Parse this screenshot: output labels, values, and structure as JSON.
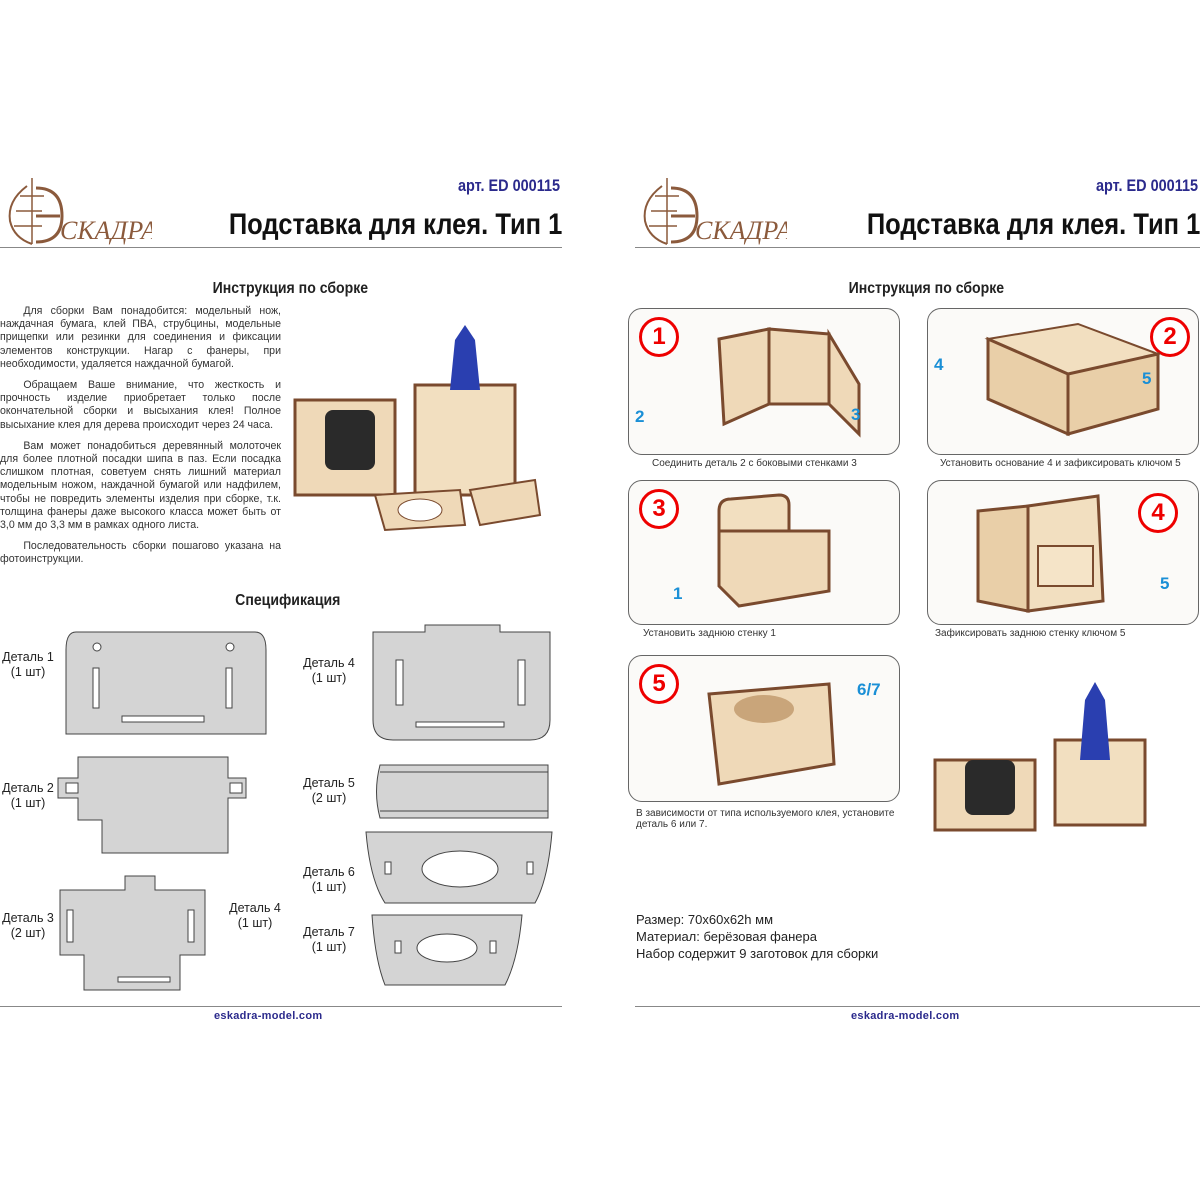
{
  "brand": {
    "logo_text": "Эскадра",
    "wood": "#8b5a3c",
    "gray": "#d4d4d4"
  },
  "left": {
    "article": "арт. ED 000115",
    "title": "Подставка для клея. Тип 1",
    "instructions_heading": "Инструкция по сборке",
    "paragraphs": [
      "Для сборки Вам понадобится: модельный нож, наждачная бумага, клей ПВА, струбцины, модельные прищепки или резинки для соединения и фиксации элементов конструкции. Нагар с фанеры, при необходимости, удаляется наждачной бумагой.",
      "Обращаем Ваше внимание, что жесткость и прочность изделие приобретает только после окончательной сборки и высыхания клея! Полное высыхание клея для дерева происходит через 24 часа.",
      "Вам может понадобиться деревянный молоточек для более плотной посадки шипа в паз. Если посадка слишком плотная, советуем снять лишний материал модельным ножом, наждачной бумагой или надфилем, чтобы не повредить элементы изделия при сборке, т.к. толщина фанеры даже высокого класса может быть от 3,0 мм до 3,3 мм в рамках одного листа.",
      "Последовательность сборки пошагово указана на фотоинструкции."
    ],
    "spec_heading": "Спецификация",
    "parts": [
      {
        "name": "Деталь 1",
        "qty": "(1 шт)"
      },
      {
        "name": "Деталь 2",
        "qty": "(1 шт)"
      },
      {
        "name": "Деталь 3",
        "qty": "(2 шт)"
      },
      {
        "name": "Деталь 4",
        "qty": "(1 шт)"
      },
      {
        "name": "Деталь 5",
        "qty": "(2 шт)"
      },
      {
        "name": "Деталь 6",
        "qty": "(1 шт)"
      },
      {
        "name": "Деталь 7",
        "qty": "(1 шт)"
      },
      {
        "name": "Деталь 4",
        "qty": "(1 шт)"
      }
    ],
    "footer": "eskadra-model.com"
  },
  "right": {
    "article": "арт. ED 000115",
    "title": "Подставка для клея. Тип 1",
    "instructions_heading": "Инструкция по сборке",
    "steps": [
      {
        "number": "1",
        "caption": "Соединить деталь 2 с боковыми стенками 3",
        "callouts": [
          "2",
          "3"
        ]
      },
      {
        "number": "2",
        "caption": "Установить основание 4 и зафиксировать ключом 5",
        "callouts": [
          "4",
          "5"
        ]
      },
      {
        "number": "3",
        "caption": "Установить заднюю стенку 1",
        "callouts": [
          "1"
        ]
      },
      {
        "number": "4",
        "caption": "Зафиксировать заднюю стенку ключом 5",
        "callouts": [
          "5"
        ]
      },
      {
        "number": "5",
        "caption": "В зависимости от типа используемого клея, установите деталь 6 или 7.",
        "callouts": [
          "6/7"
        ]
      }
    ],
    "info": [
      "Размер: 70x60x62h мм",
      "Материал: берёзовая фанера",
      "Набор содержит 9 заготовок для сборки"
    ],
    "footer": "eskadra-model.com"
  }
}
